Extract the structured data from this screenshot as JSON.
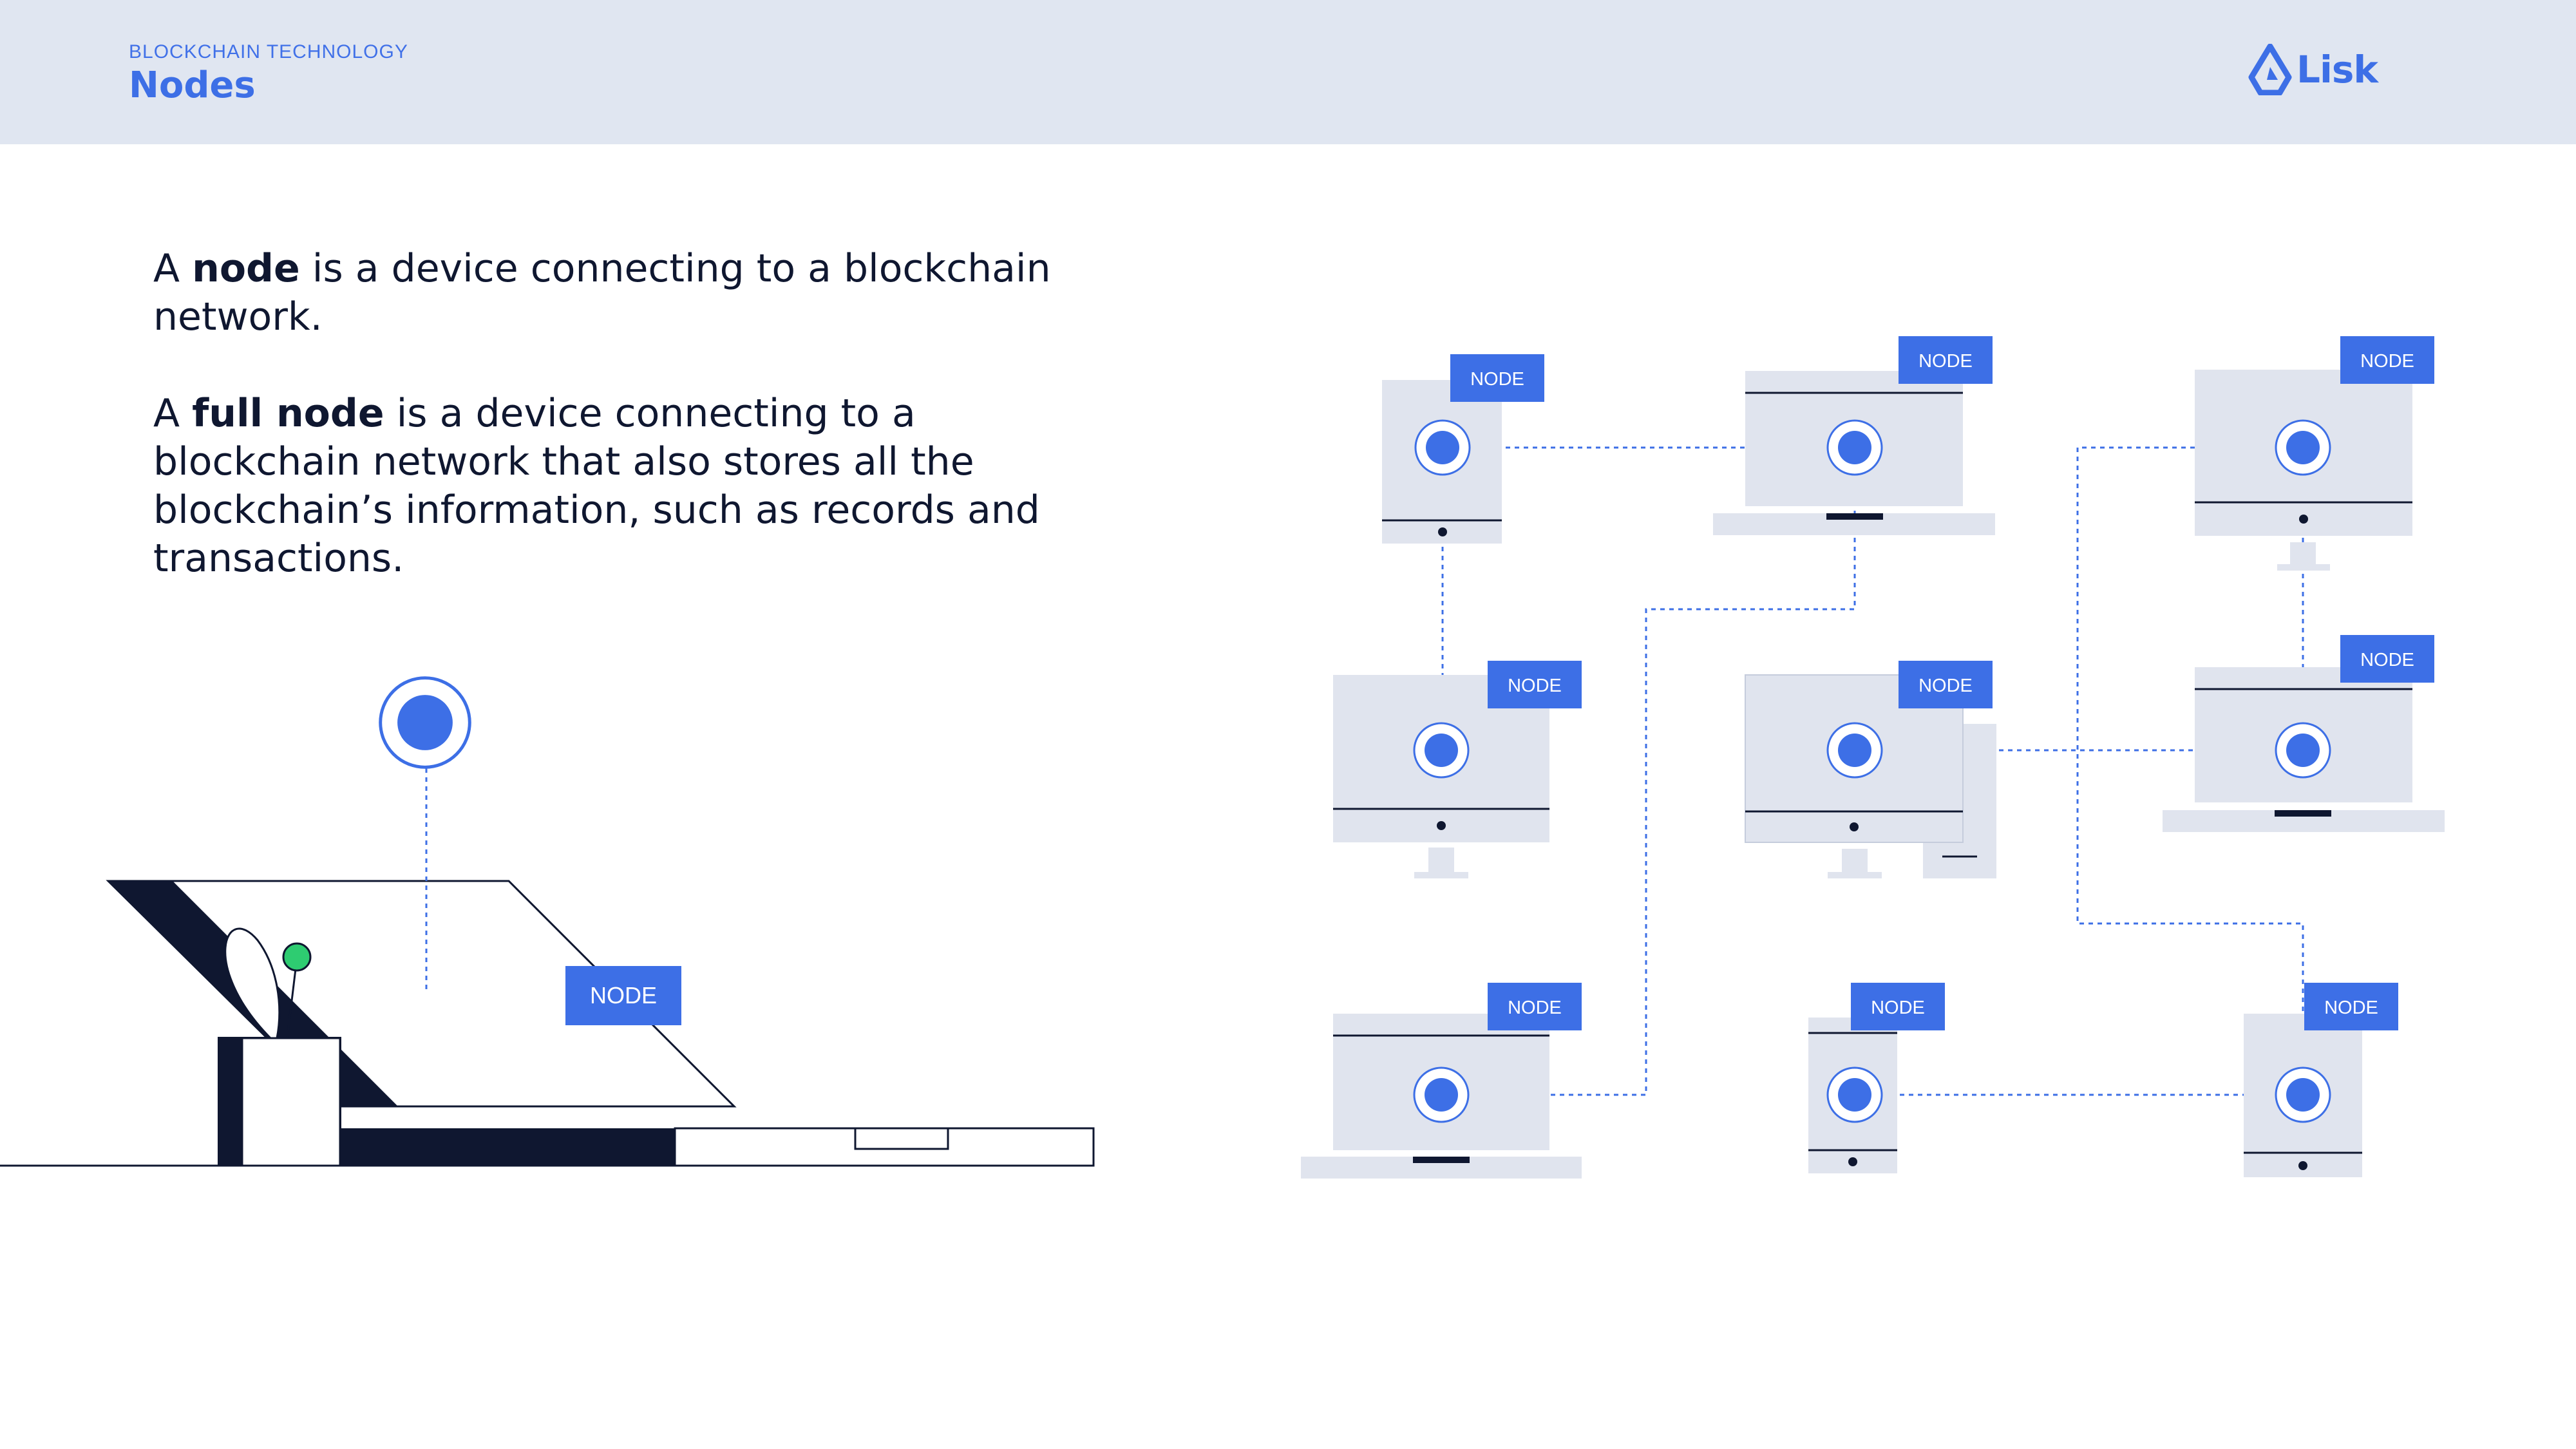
{
  "header": {
    "eyebrow": "BLOCKCHAIN TECHNOLOGY",
    "title": "Nodes",
    "logo_text": "Lisk",
    "logo_icon": "lisk-logo-icon"
  },
  "definitions": [
    {
      "prefix": "A ",
      "term": "node",
      "rest": " is a device connecting to a blockchain network."
    },
    {
      "prefix": "A ",
      "term": "full node",
      "rest": " is a device connecting to a blockchain network that also stores all the blockchain’s information, such as records and transactions."
    }
  ],
  "illustration": {
    "laptop_tag": "NODE"
  },
  "network": {
    "tag_label": "NODE",
    "node_color": "#3d6fe6",
    "device_color": "#e0e4ee",
    "accent_color": "#2ecc71"
  }
}
